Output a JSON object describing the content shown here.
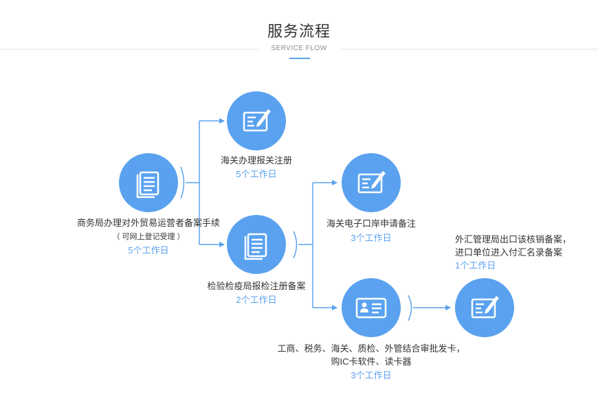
{
  "header": {
    "title": "服务流程",
    "subtitle": "SERVICE FLOW"
  },
  "colors": {
    "accent": "#5aa2ef",
    "text": "#333333"
  },
  "steps": [
    {
      "icon": "documents-icon",
      "label": "商务局办理对外贸易运营者备案手续",
      "note": "（ 可网上登记受理 ）",
      "days": "5个工作日"
    },
    {
      "icon": "edit-card-icon",
      "label": "海关办理报关注册",
      "days": "5个工作日"
    },
    {
      "icon": "documents-icon",
      "label": "检验检疫局报检注册备案",
      "days": "2个工作日"
    },
    {
      "icon": "edit-card-icon",
      "label": "海关电子口岸申请备注",
      "days": "3个工作日"
    },
    {
      "icon": "id-card-icon",
      "label_line1": "工商、税务、海关、质检、外管结合审批发卡，",
      "label_line2": "购IC卡软件、读卡器",
      "days": "3个工作日"
    },
    {
      "icon": "edit-card-icon",
      "label_line1": "外汇管理局出口该核销备案，",
      "label_line2": "进口单位进入付汇名录备案",
      "days": "1个工作日"
    }
  ]
}
